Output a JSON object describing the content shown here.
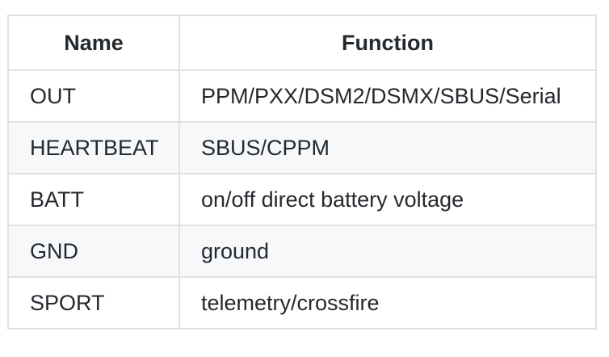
{
  "table": {
    "headers": [
      "Name",
      "Function"
    ],
    "rows": [
      {
        "name": "OUT",
        "function": "PPM/PXX/DSM2/DSMX/SBUS/Serial"
      },
      {
        "name": "HEARTBEAT",
        "function": "SBUS/CPPM"
      },
      {
        "name": "BATT",
        "function": "on/off direct battery voltage"
      },
      {
        "name": "GND",
        "function": "ground"
      },
      {
        "name": "SPORT",
        "function": "telemetry/crossfire"
      }
    ]
  },
  "colors": {
    "border": "#dfe2e5",
    "stripe": "#f6f8fa",
    "text": "#24292e"
  }
}
